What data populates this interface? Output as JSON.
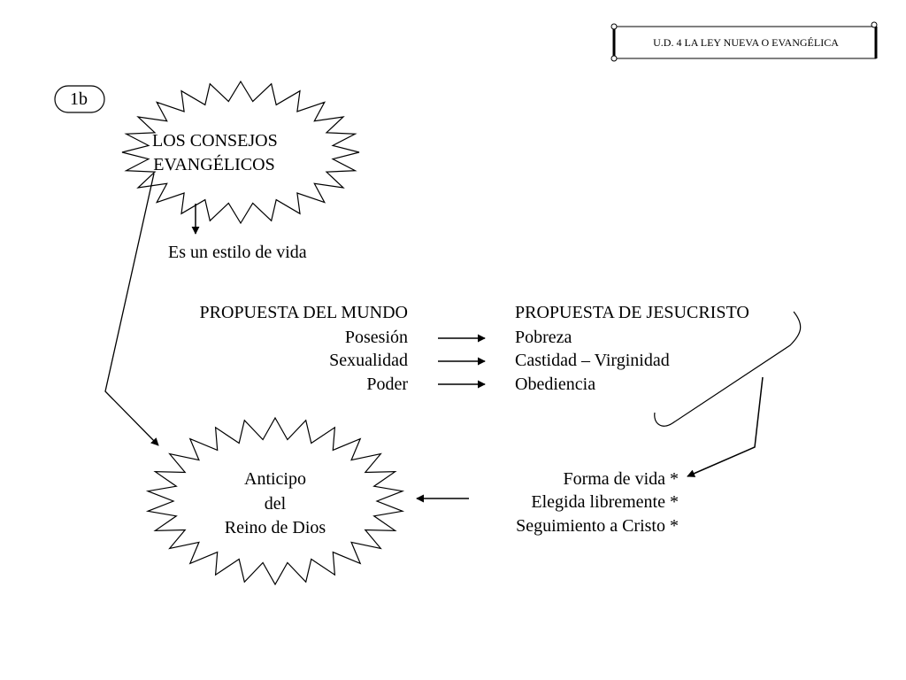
{
  "header": {
    "unit_title": "U.D. 4  LA LEY NUEVA O EVANGÉLICA"
  },
  "tag": {
    "label": "1b"
  },
  "top_burst": {
    "line1": "LOS CONSEJOS",
    "line2": "EVANGÉLICOS"
  },
  "subtitle": "Es un estilo de vida",
  "world": {
    "heading": "PROPUESTA DEL MUNDO",
    "items": [
      "Posesión",
      "Sexualidad",
      "Poder"
    ]
  },
  "jesus": {
    "heading": "PROPUESTA DE JESUCRISTO",
    "items": [
      "Pobreza",
      "Castidad – Virginidad",
      "Obediencia"
    ]
  },
  "life": {
    "items": [
      "Forma de vida *",
      "Elegida libremente *",
      "Seguimiento a Cristo *"
    ]
  },
  "bottom_burst": {
    "line1": "Anticipo",
    "line2": "del",
    "line3": "Reino de Dios"
  }
}
